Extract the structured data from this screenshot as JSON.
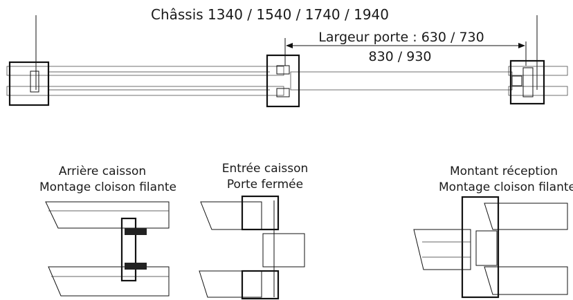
{
  "plan": {
    "frame_dimension": "Châssis 1340 / 1540 / 1740 / 1940",
    "door_width_line1": "Largeur porte : 630 / 730",
    "door_width_line2": "830 / 930"
  },
  "details": [
    {
      "title_line1": "Arrière caisson",
      "title_line2": "Montage cloison filante"
    },
    {
      "title_line1": "Entrée caisson",
      "title_line2": "Porte fermée"
    },
    {
      "title_line1": "Montant réception",
      "title_line2": "Montage cloison filante"
    }
  ]
}
